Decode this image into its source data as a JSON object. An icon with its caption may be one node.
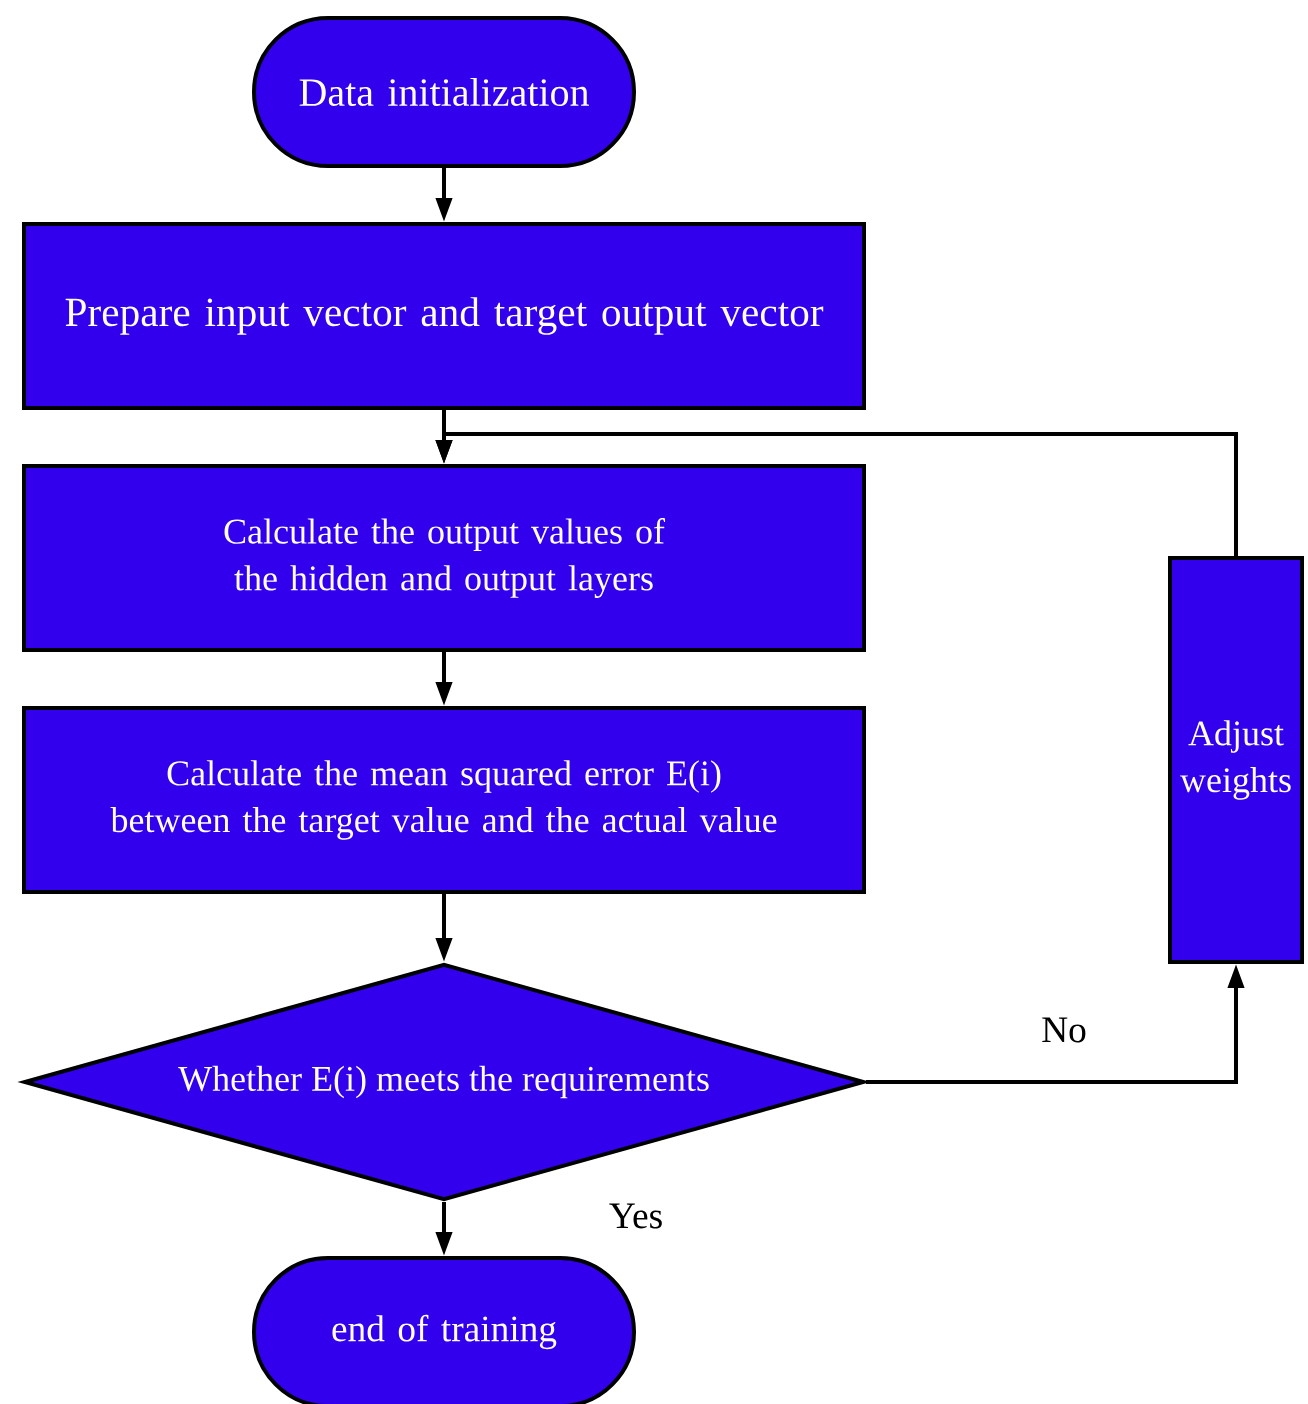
{
  "diagram": {
    "nodes": [
      {
        "text": [
          "Data initialization"
        ]
      },
      {
        "text": [
          "Prepare input vector and target output vector"
        ]
      },
      {
        "text": [
          "Calculate the output values of the hidden and output layers"
        ]
      },
      {
        "text": [
          "Calculate the mean squared error E(i) between the target value and the actual value"
        ]
      },
      {
        "text": [
          "Whether E(i) meets the requirements"
        ]
      },
      {
        "text": [
          "end of training"
        ]
      },
      {
        "text": [
          "Adjust weights"
        ]
      }
    ],
    "edges": [
      {
        "from": 0,
        "to": 1,
        "arrow": "to"
      },
      {
        "from": 1,
        "to": 2,
        "arrow": "to"
      },
      {
        "from": 2,
        "to": 3,
        "arrow": "to"
      },
      {
        "from": 3,
        "to": 4,
        "arrow": "to"
      },
      {
        "from": 4,
        "to": 5,
        "arrow": "to",
        "label": "Yes"
      },
      {
        "from": 4,
        "to": 6,
        "arrow": "to",
        "label": "No"
      },
      {
        "from": 6,
        "to": 2,
        "arrow": "to"
      }
    ]
  }
}
